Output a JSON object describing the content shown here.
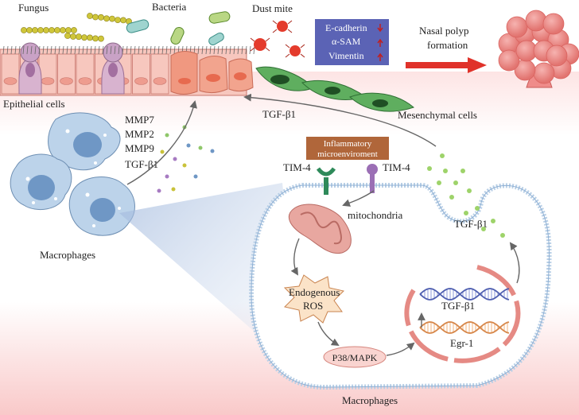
{
  "labels": {
    "fungus": "Fungus",
    "bacteria": "Bacteria",
    "dust_mite": "Dust mite",
    "epithelial_cells": "Epithelial cells",
    "mesenchymal_cells": "Mesenchymal cells",
    "tgf_top": "TGF-β1",
    "nasal_polyp": "Nasal polyp",
    "formation": "formation",
    "macrophages_left": "Macrophages",
    "macrophages_bottom": "Macrophages",
    "mitochondria": "mitochondria",
    "tim4_left": "TIM-4",
    "tim4_right": "TIM-4",
    "endogenous": "Endogenous",
    "ros": "ROS",
    "p38": "P38/MAPK",
    "tgf_nucleus": "TGF-β1",
    "egr1": "Egr-1",
    "tgf_right": "TGF-β1",
    "inflammatory_line1": "Inflammatory",
    "inflammatory_line2": "microenviroment"
  },
  "markers": [
    "E-cadherin",
    "α-SAM",
    "Vimentin"
  ],
  "secreted_factors": [
    "MMP7",
    "MMP2",
    "MMP9",
    "TGF-β1"
  ],
  "colors": {
    "marker_box": "#5b63b5",
    "arrow_red": "#e0322a",
    "polyp": "#ef8c8a",
    "epithelium": "#f4b9b0",
    "mesenchymal": "#2e7d3f",
    "macrophage": "#bcd3ea",
    "inflammatory_box": "#b0663a",
    "nucleus_ring": "#e58a84",
    "mitochondria": "#e8a7a0"
  },
  "icons": [
    "up-arrow-icon",
    "down-arrow-icon"
  ]
}
